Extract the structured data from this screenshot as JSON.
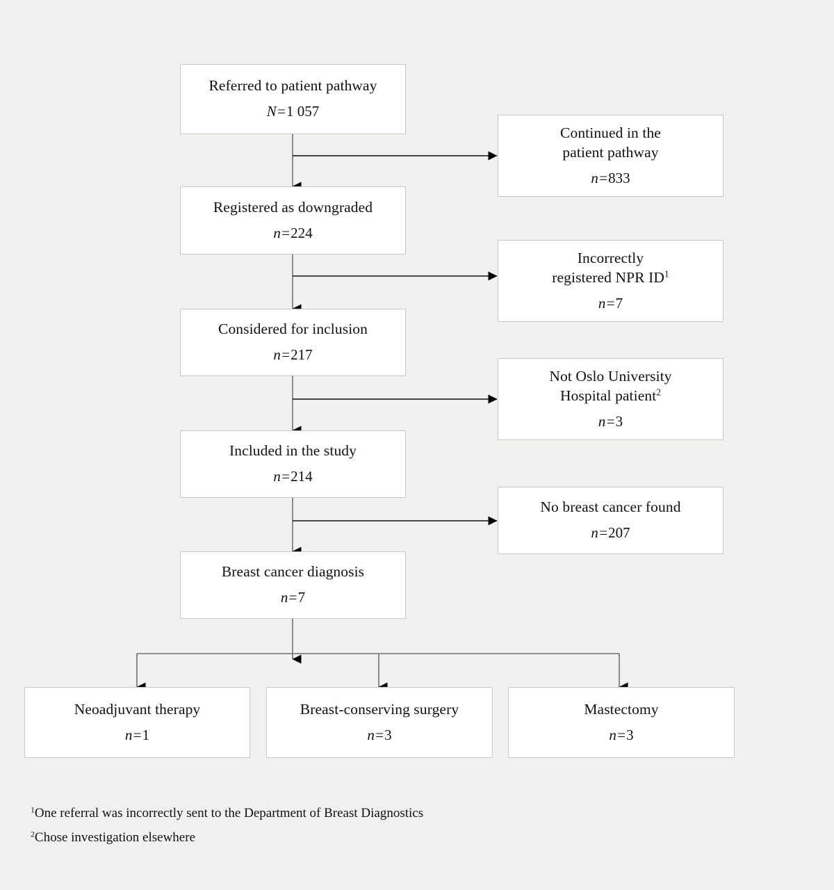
{
  "figure": {
    "type": "flowchart",
    "orientation": "top-to-bottom",
    "background_color": "#f2f1ef",
    "box_fill": "#ffffff",
    "box_border_color": "#c9c7c4",
    "connector_color": "#6f6f6f",
    "arrow_color": "#000000"
  },
  "nodes": {
    "referred": {
      "title": "Referred to patient pathway",
      "count_symbol": "N",
      "count_eq": "=",
      "count_value": "1 057"
    },
    "continued": {
      "title": "Continued in the\npatient pathway",
      "count_symbol": "n",
      "count_eq": "=",
      "count_value": "833"
    },
    "downgraded": {
      "title": "Registered as downgraded",
      "count_symbol": "n",
      "count_eq": "=",
      "count_value": "224"
    },
    "incorrect_npr": {
      "title_line1": "Incorrectly",
      "title_line2": "registered NPR ID",
      "title_sup": "1",
      "count_symbol": "n",
      "count_eq": "=",
      "count_value": "7"
    },
    "considered": {
      "title": "Considered for inclusion",
      "count_symbol": "n",
      "count_eq": "=",
      "count_value": "217"
    },
    "not_oslo": {
      "title_line1": "Not Oslo University",
      "title_line2": "Hospital patient",
      "title_sup": "2",
      "count_symbol": "n",
      "count_eq": "=",
      "count_value": "3"
    },
    "included": {
      "title": "Included in the study",
      "count_symbol": "n",
      "count_eq": "=",
      "count_value": "214"
    },
    "no_cancer": {
      "title": "No breast cancer found",
      "count_symbol": "n",
      "count_eq": "=",
      "count_value": "207"
    },
    "diagnosis": {
      "title": "Breast cancer diagnosis",
      "count_symbol": "n",
      "count_eq": "=",
      "count_value": "7"
    },
    "neoadjuvant": {
      "title": "Neoadjuvant therapy",
      "count_symbol": "n",
      "count_eq": "=",
      "count_value": "1"
    },
    "bcs": {
      "title": "Breast-conserving surgery",
      "count_symbol": "n",
      "count_eq": "=",
      "count_value": "3"
    },
    "mastectomy": {
      "title": "Mastectomy",
      "count_symbol": "n",
      "count_eq": "=",
      "count_value": "3"
    }
  },
  "footnotes": {
    "one_sup": "1",
    "one_text": "One referral was incorrectly sent to the Department of Breast Diagnostics",
    "two_sup": "2",
    "two_text": "Chose investigation elsewhere"
  }
}
